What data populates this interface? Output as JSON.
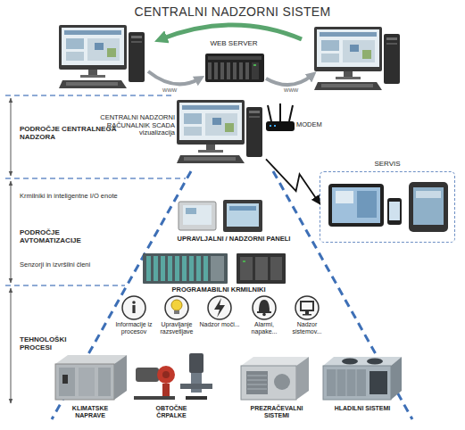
{
  "diagram": {
    "title": "CENTRALNI NADZORNI SISTEM",
    "nodes": [
      {
        "text": [
          "WEB SERVER"
        ]
      },
      {
        "text": [
          "CENTRALNI NADZORNI RAČUNALNIK SCADA vizualizacija"
        ]
      },
      {
        "text": [
          "MODEM"
        ]
      },
      {
        "text": [
          "SERVIS"
        ]
      },
      {
        "text": [
          "UPRAVLJALNI / NADZORNI PANELI"
        ]
      },
      {
        "text": [
          "PROGRAMABILNI KRMILNIKI"
        ]
      },
      {
        "text": [
          "Informacije iz procesov"
        ]
      },
      {
        "text": [
          "Upravljanje razsvetljave"
        ]
      },
      {
        "text": [
          "Nadzor moči..."
        ]
      },
      {
        "text": [
          "Alarmi, napake..."
        ]
      },
      {
        "text": [
          "Nadzor sistemov..."
        ]
      },
      {
        "text": [
          "KLIMATSKE NAPRAVE"
        ]
      },
      {
        "text": [
          "OBTOČNE ČRPALKE"
        ]
      },
      {
        "text": [
          "PREZRAČEVALNI SISTEMI"
        ]
      },
      {
        "text": [
          "HLADILNI SISTEMI"
        ]
      }
    ],
    "edges": [
      {
        "from": 1,
        "to": 3,
        "arrow": "to"
      }
    ],
    "labels": [
      "www",
      "www",
      "PODROČJE CENTRALNEGA NADZORA",
      "Krmilniki in inteligentne I/O enote",
      "PODROČJE AVTOMATIZACIJE",
      "Senzorji in izvršilni členi",
      "TEHNOLOŠKI PROCESI"
    ]
  }
}
